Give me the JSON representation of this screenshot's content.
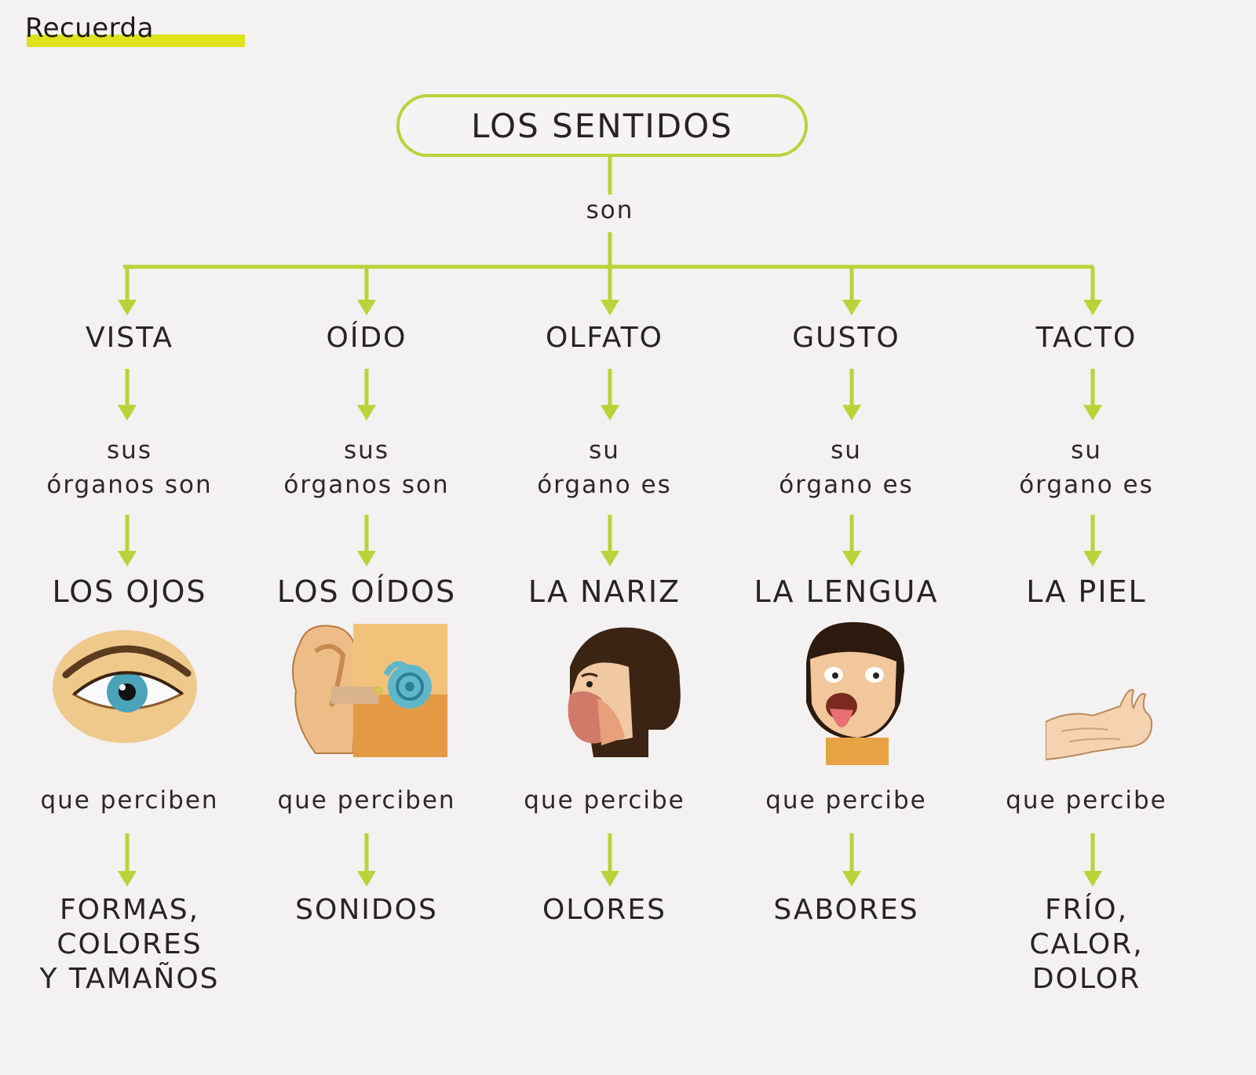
{
  "header": {
    "label": "Recuerda"
  },
  "title": "LOS SENTIDOS",
  "link_root": "son",
  "colors": {
    "accent": "#b7d43a",
    "highlight": "#dde21a",
    "background": "#f3f1f1"
  },
  "senses": [
    {
      "name": "VISTA",
      "link1": "sus\nórganos son",
      "organ": "LOS OJOS",
      "illustration": "eye-icon",
      "link2": "que perciben",
      "perceives": "FORMAS,\nCOLORES\nY TAMAÑOS"
    },
    {
      "name": "OÍDO",
      "link1": "sus\nórganos son",
      "organ": "LOS OÍDOS",
      "illustration": "ear-icon",
      "link2": "que perciben",
      "perceives": "SONIDOS"
    },
    {
      "name": "OLFATO",
      "link1": "su\nórgano es",
      "organ": "LA NARIZ",
      "illustration": "nose-icon",
      "link2": "que percibe",
      "perceives": "OLORES"
    },
    {
      "name": "GUSTO",
      "link1": "su\nórgano es",
      "organ": "LA LENGUA",
      "illustration": "tongue-icon",
      "link2": "que percibe",
      "perceives": "SABORES"
    },
    {
      "name": "TACTO",
      "link1": "su\nórgano es",
      "organ": "LA PIEL",
      "illustration": "hand-icon",
      "link2": "que percibe",
      "perceives": "FRÍO,\nCALOR,\nDOLOR"
    }
  ]
}
